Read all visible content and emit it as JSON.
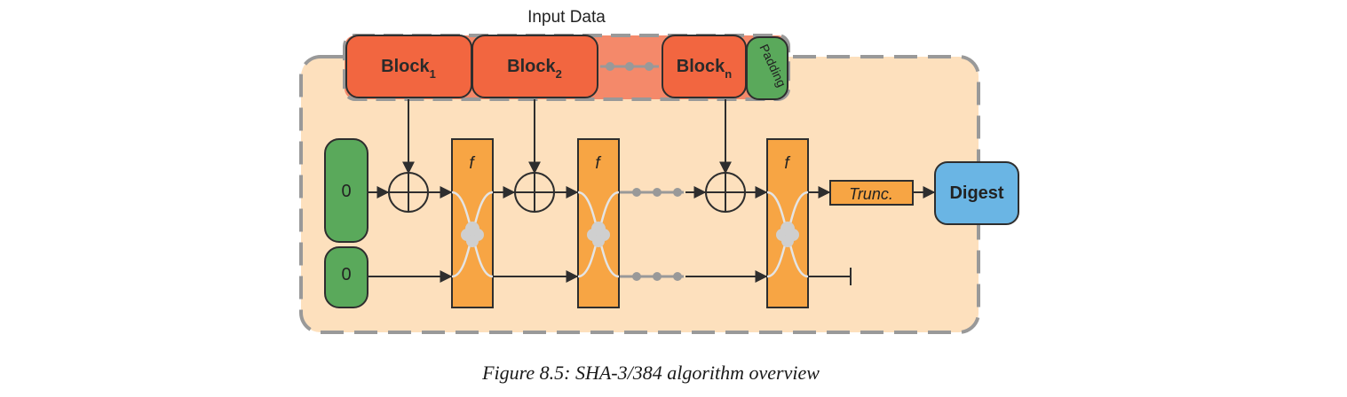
{
  "diagram": {
    "input_label": "Input Data",
    "blocks": [
      {
        "name": "Block",
        "sub": "1"
      },
      {
        "name": "Block",
        "sub": "2"
      },
      {
        "name": "Block",
        "sub": "n"
      }
    ],
    "padding_label": "Padding",
    "init_values": [
      "0",
      "0"
    ],
    "permutation_label": "f",
    "trunc_label": "Trunc.",
    "digest_label": "Digest",
    "colors": {
      "sponge_bg": "#fde0bd",
      "block_fill": "#f26640",
      "input_strip": "#f4896a",
      "padding_fill": "#5aa95b",
      "init_fill": "#5aa95b",
      "f_fill": "#f7a544",
      "trunc_fill": "#f7a544",
      "digest_fill": "#6ab5e4",
      "dash": "#999999",
      "line": "#2e2e2e"
    }
  },
  "caption": "Figure 8.5:  SHA-3/384 algorithm overview"
}
